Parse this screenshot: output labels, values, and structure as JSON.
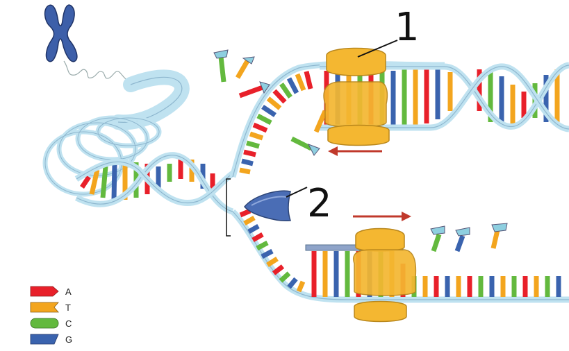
{
  "callouts": [
    {
      "id": "1",
      "label": "1"
    },
    {
      "id": "2",
      "label": "2"
    }
  ],
  "legend": [
    {
      "base": "A",
      "color": "#e8202a",
      "shape": "arrow"
    },
    {
      "base": "T",
      "color": "#f3a51e",
      "shape": "notch"
    },
    {
      "base": "C",
      "color": "#63b93e",
      "shape": "round"
    },
    {
      "base": "G",
      "color": "#3a63ae",
      "shape": "cut"
    }
  ],
  "colors": {
    "backbone": "#bfe2f0",
    "backbone_dark": "#8eb7cf",
    "enzyme": "#f4b731",
    "helicase": "#4a6db5",
    "direction_arrow": "#c0392b",
    "chromosome": "#3d5fa9"
  },
  "icons": [
    "chromosome-icon",
    "helicase-icon",
    "dna-polymerase-icon"
  ]
}
